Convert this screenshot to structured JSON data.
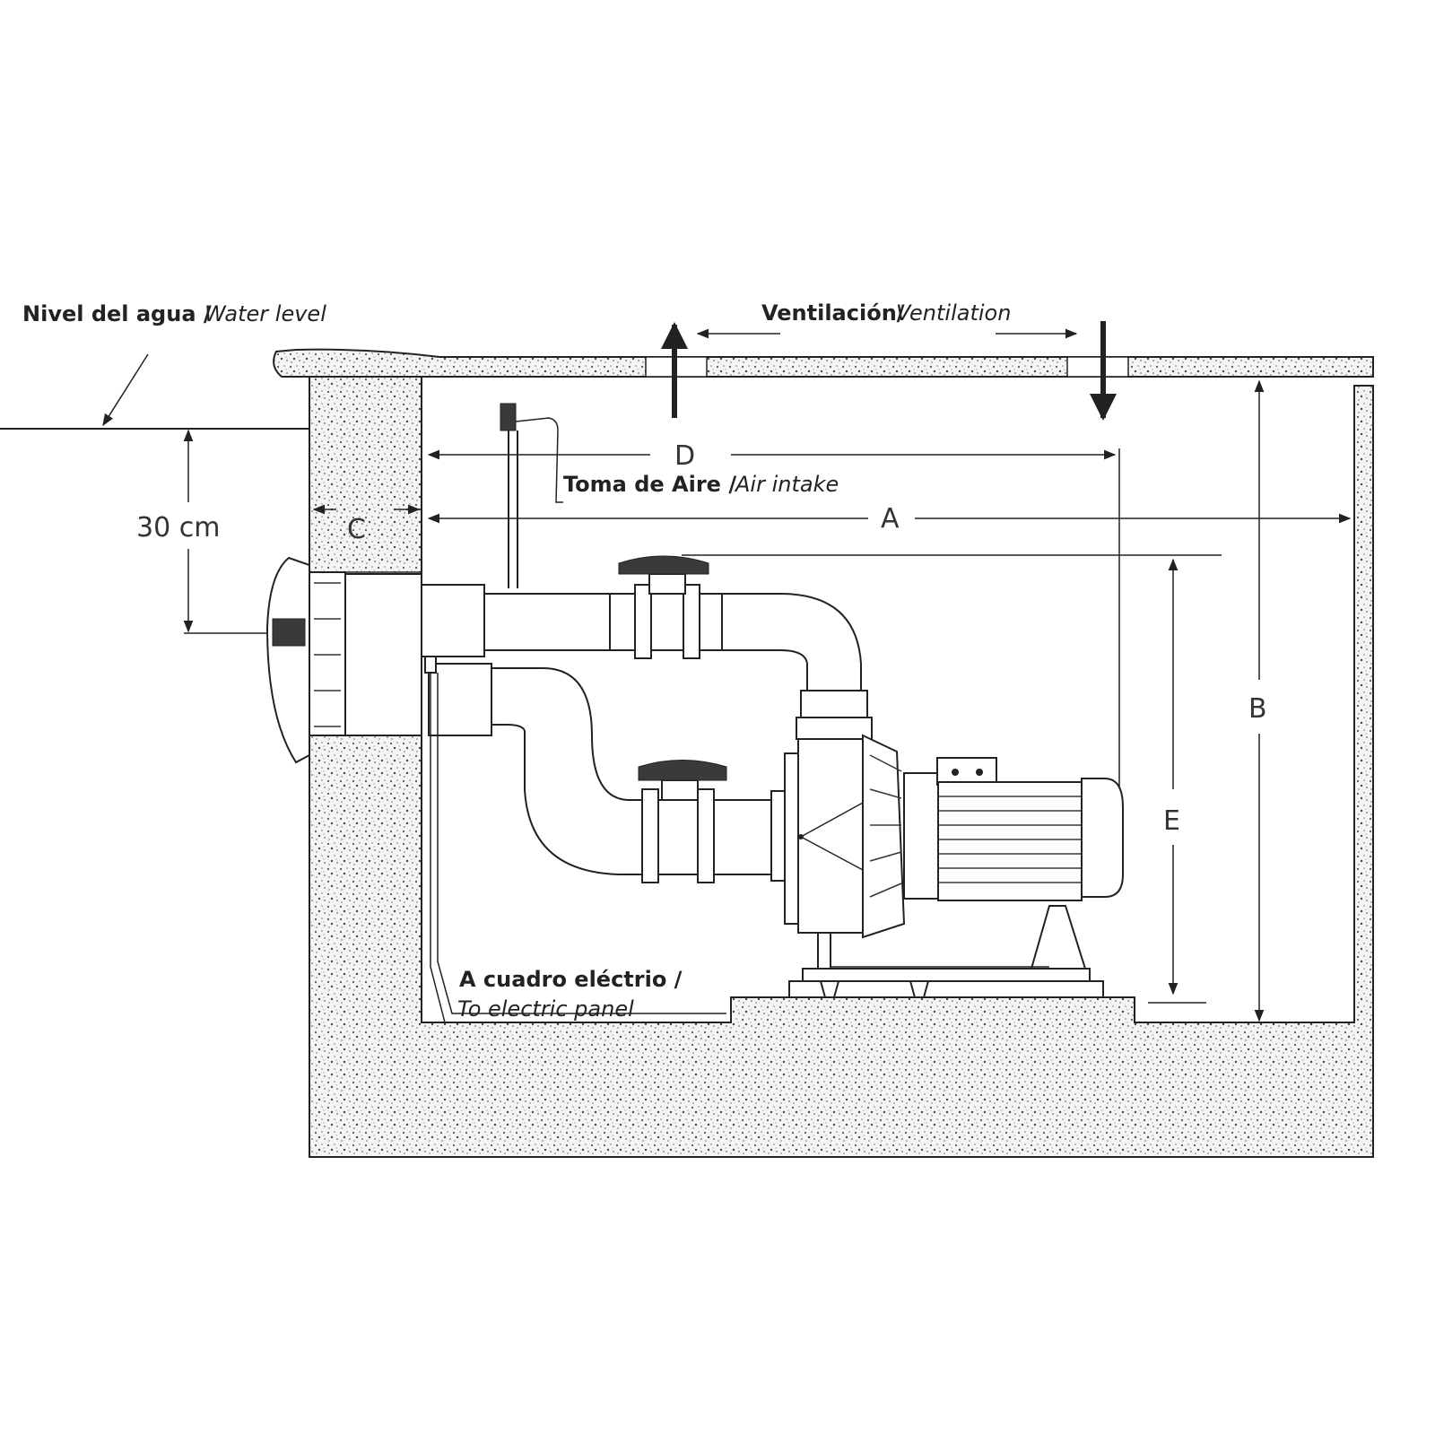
{
  "labels": {
    "water_level_es": "Nivel del agua /",
    "water_level_en": "Water level",
    "ventilation_es": "Ventilación/",
    "ventilation_en": "Ventilation",
    "air_intake_es": "Toma de Aire /",
    "air_intake_en": "Air intake",
    "electric_es": "A cuadro eléctrio /",
    "electric_en": "To electric panel"
  },
  "dimensions": {
    "depth": "30 cm",
    "a": "A",
    "b": "B",
    "c": "C",
    "d": "D",
    "e": "E"
  },
  "colors": {
    "line": "#222222",
    "concrete_fill": "#f2f2f2",
    "concrete_speckle": "#555555"
  }
}
